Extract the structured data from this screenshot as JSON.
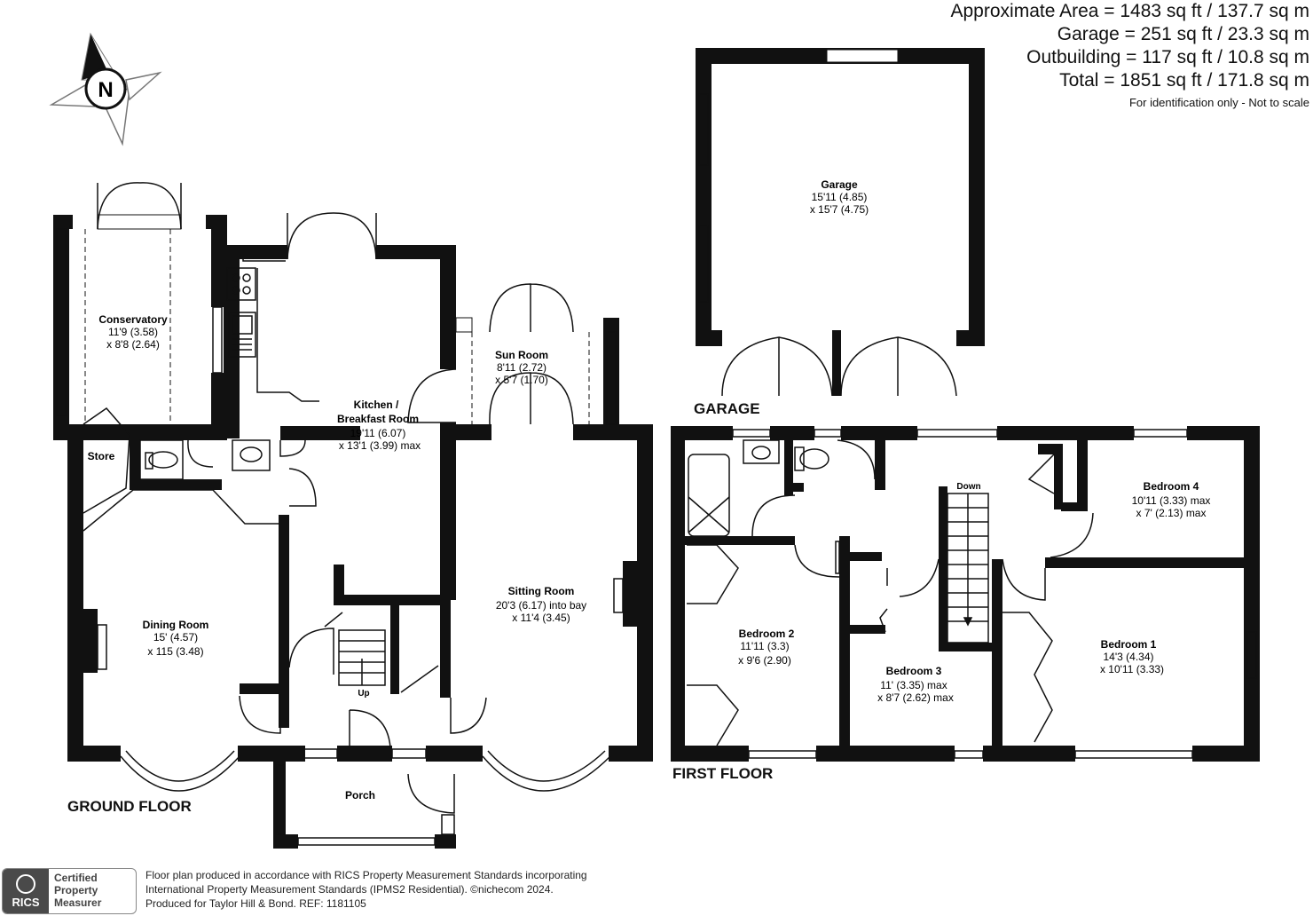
{
  "areas": {
    "line1": "Approximate Area = 1483 sq ft / 137.7 sq m",
    "line2": "Garage = 251 sq ft / 23.3 sq m",
    "line3": "Outbuilding = 117 sq ft / 10.8 sq m",
    "line4": "Total = 1851 sq ft / 171.8 sq m",
    "note": "For identification only - Not to scale"
  },
  "compass": {
    "label": "N"
  },
  "floors": {
    "ground": "GROUND FLOOR",
    "first": "FIRST FLOOR",
    "garage": "GARAGE"
  },
  "rooms": {
    "conservatory": {
      "name": "Conservatory",
      "dim1": "11'9 (3.58)",
      "dim2": "x 8'8 (2.64)"
    },
    "kitchen": {
      "name": "Kitchen /",
      "name2": "Breakfast Room",
      "dim1": "19'11 (6.07)",
      "dim2": "x 13'1 (3.99) max"
    },
    "sunroom": {
      "name": "Sun Room",
      "dim1": "8'11 (2.72)",
      "dim2": "x 5'7 (1.70)"
    },
    "store": {
      "name": "Store"
    },
    "dining": {
      "name": "Dining Room",
      "dim1": "15' (4.57)",
      "dim2": "x 115 (3.48)"
    },
    "sitting": {
      "name": "Sitting Room",
      "dim1": "20'3 (6.17) into bay",
      "dim2": "x 11'4 (3.45)"
    },
    "porch": {
      "name": "Porch"
    },
    "garage": {
      "name": "Garage",
      "dim1": "15'11 (4.85)",
      "dim2": "x 15'7 (4.75)"
    },
    "bedroom1": {
      "name": "Bedroom 1",
      "dim1": "14'3 (4.34)",
      "dim2": "x 10'11 (3.33)"
    },
    "bedroom2": {
      "name": "Bedroom 2",
      "dim1": "11'11 (3.3)",
      "dim2": "x 9'6 (2.90)"
    },
    "bedroom3": {
      "name": "Bedroom 3",
      "dim1": "11' (3.35) max",
      "dim2": "x 8'7 (2.62) max"
    },
    "bedroom4": {
      "name": "Bedroom 4",
      "dim1": "10'11 (3.33) max",
      "dim2": "x 7' (2.13) max"
    }
  },
  "stairs": {
    "up": "Up",
    "down": "Down"
  },
  "footer": {
    "line1": "Floor plan produced in accordance with RICS Property Measurement Standards incorporating",
    "line2": "International Property Measurement Standards (IPMS2 Residential).  ©nichecom 2024.",
    "line3": "Produced for Taylor Hill & Bond.   REF:  1181105"
  },
  "badge": {
    "logo": "RICS",
    "line1": "Certified",
    "line2": "Property",
    "line3": "Measurer"
  }
}
